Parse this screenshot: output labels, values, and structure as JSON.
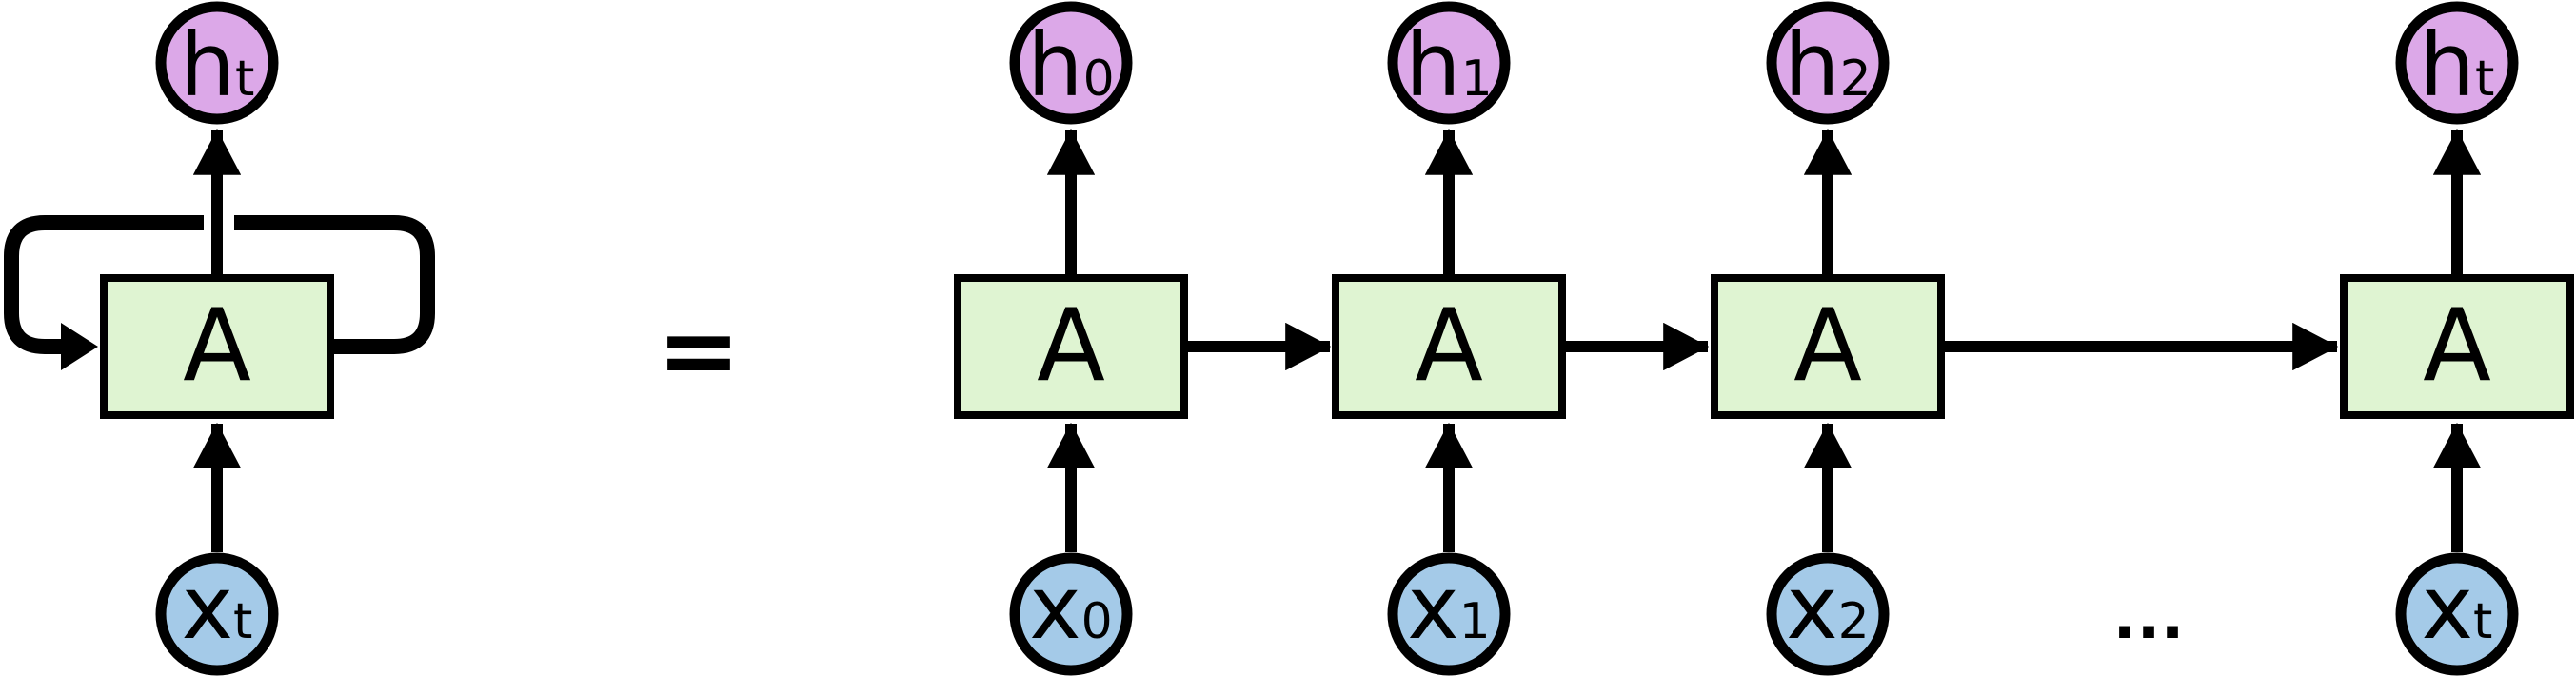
{
  "colors": {
    "cell_fill": "#dff4d2",
    "hidden_fill": "#dca8e8",
    "input_fill": "#a4cae8",
    "line": "#000000",
    "background": "#ffffff"
  },
  "equals_sign": "=",
  "ellipsis": "...",
  "rolled_unit": {
    "cell_label": "A",
    "output_label": {
      "base": "h",
      "sub": "t"
    },
    "input_label": {
      "base": "x",
      "sub": "t"
    }
  },
  "unrolled_units": [
    {
      "cell_label": "A",
      "output_label": {
        "base": "h",
        "sub": "0"
      },
      "input_label": {
        "base": "x",
        "sub": "0"
      }
    },
    {
      "cell_label": "A",
      "output_label": {
        "base": "h",
        "sub": "1"
      },
      "input_label": {
        "base": "x",
        "sub": "1"
      }
    },
    {
      "cell_label": "A",
      "output_label": {
        "base": "h",
        "sub": "2"
      },
      "input_label": {
        "base": "x",
        "sub": "2"
      }
    },
    {
      "cell_label": "A",
      "output_label": {
        "base": "h",
        "sub": "t"
      },
      "input_label": {
        "base": "x",
        "sub": "t"
      }
    }
  ]
}
